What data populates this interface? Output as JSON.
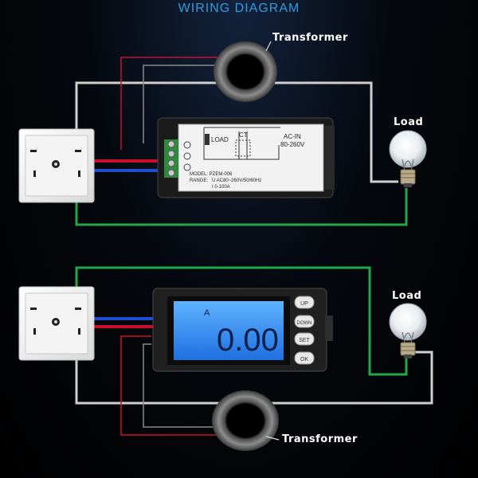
{
  "title": "WIRING DIAGRAM",
  "labels": {
    "transformer_top": "Transformer",
    "transformer_bottom": "Transformer",
    "load_top": "Load",
    "load_bottom": "Load"
  },
  "meter_back": {
    "load": "LOAD",
    "ct": "CT",
    "ac_in": "AC-IN",
    "ac_range": "80-260V",
    "model": "MODEL: PZEM-006",
    "range": "RANGE:",
    "range_u": "U AC80~260V/50/60Hz",
    "range_i": "I 0-100A"
  },
  "meter_front": {
    "unit": "A",
    "reading": "0.00",
    "buttons": [
      "UP",
      "DOWN",
      "SET",
      "OK"
    ]
  },
  "colors": {
    "title": "#2f9be0",
    "wire_red": "#c8102e",
    "wire_blue": "#1f4fcf",
    "wire_green": "#22a84a",
    "wire_gray": "#cfcfcf",
    "lcd": "#2b8cf0"
  }
}
